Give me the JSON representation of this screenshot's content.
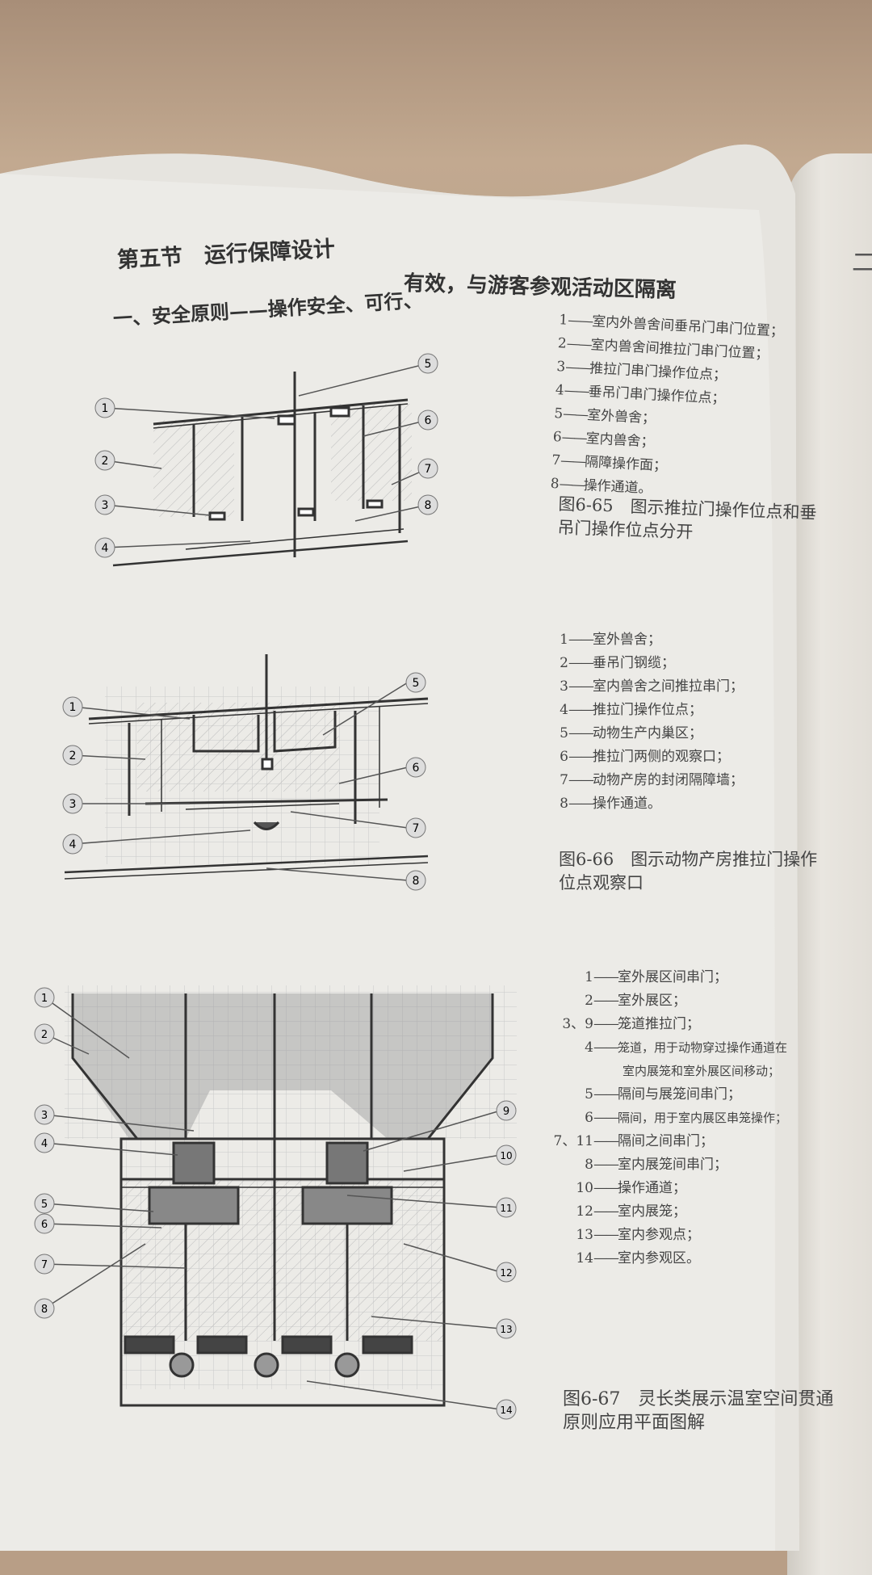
{
  "section_title": "第五节　运行保障设计",
  "subheading_part1": "一、安全原则——操作安全、可行、",
  "subheading_part2": "有效，与游客参观活动区隔离",
  "right_page_glyph": "二",
  "figures": [
    {
      "callouts": [
        "1",
        "2",
        "3",
        "4",
        "5",
        "6",
        "7",
        "8"
      ],
      "legend": [
        {
          "n": "1",
          "text": "室内外兽舍间垂吊门串门位置；"
        },
        {
          "n": "2",
          "text": "室内兽舍间推拉门串门位置；"
        },
        {
          "n": "3",
          "text": "推拉门串门操作位点；"
        },
        {
          "n": "4",
          "text": "垂吊门串门操作位点；"
        },
        {
          "n": "5",
          "text": "室外兽舍；"
        },
        {
          "n": "6",
          "text": "室内兽舍；"
        },
        {
          "n": "7",
          "text": "隔障操作面；"
        },
        {
          "n": "8",
          "text": "操作通道。"
        }
      ],
      "caption_line1": "图6-65　图示推拉门操作位点和垂",
      "caption_line2": "吊门操作位点分开"
    },
    {
      "callouts": [
        "1",
        "2",
        "3",
        "4",
        "5",
        "6",
        "7",
        "8"
      ],
      "legend": [
        {
          "n": "1",
          "text": "室外兽舍；"
        },
        {
          "n": "2",
          "text": "垂吊门钢缆；"
        },
        {
          "n": "3",
          "text": "室内兽舍之间推拉串门；"
        },
        {
          "n": "4",
          "text": "推拉门操作位点；"
        },
        {
          "n": "5",
          "text": "动物生产内巢区；"
        },
        {
          "n": "6",
          "text": "推拉门两侧的观察口；"
        },
        {
          "n": "7",
          "text": "动物产房的封闭隔障墙；"
        },
        {
          "n": "8",
          "text": "操作通道。"
        }
      ],
      "caption_line1": "图6-66　图示动物产房推拉门操作",
      "caption_line2": "位点观察口"
    },
    {
      "callouts": [
        "1",
        "2",
        "3",
        "4",
        "5",
        "6",
        "7",
        "8",
        "9",
        "10",
        "11",
        "12",
        "13",
        "14"
      ],
      "legend": [
        {
          "n": "1",
          "text": "室外展区间串门；"
        },
        {
          "n": "2",
          "text": "室外展区；"
        },
        {
          "n": "3、9",
          "text": "笼道推拉门；"
        },
        {
          "n": "4",
          "text": "笼道，用于动物穿过操作通道在"
        },
        {
          "n": "",
          "text": "室内展笼和室外展区间移动；"
        },
        {
          "n": "5",
          "text": "隔间与展笼间串门；"
        },
        {
          "n": "6",
          "text": "隔间，用于室内展区串笼操作；"
        },
        {
          "n": "7、11",
          "text": "隔间之间串门；"
        },
        {
          "n": "8",
          "text": "室内展笼间串门；"
        },
        {
          "n": "10",
          "text": "操作通道；"
        },
        {
          "n": "12",
          "text": "室内展笼；"
        },
        {
          "n": "13",
          "text": "室内参观点；"
        },
        {
          "n": "14",
          "text": "室内参观区。"
        }
      ],
      "caption_line1": "图6-67　灵长类展示温室空间贯通",
      "caption_line2": "原则应用平面图解"
    }
  ]
}
